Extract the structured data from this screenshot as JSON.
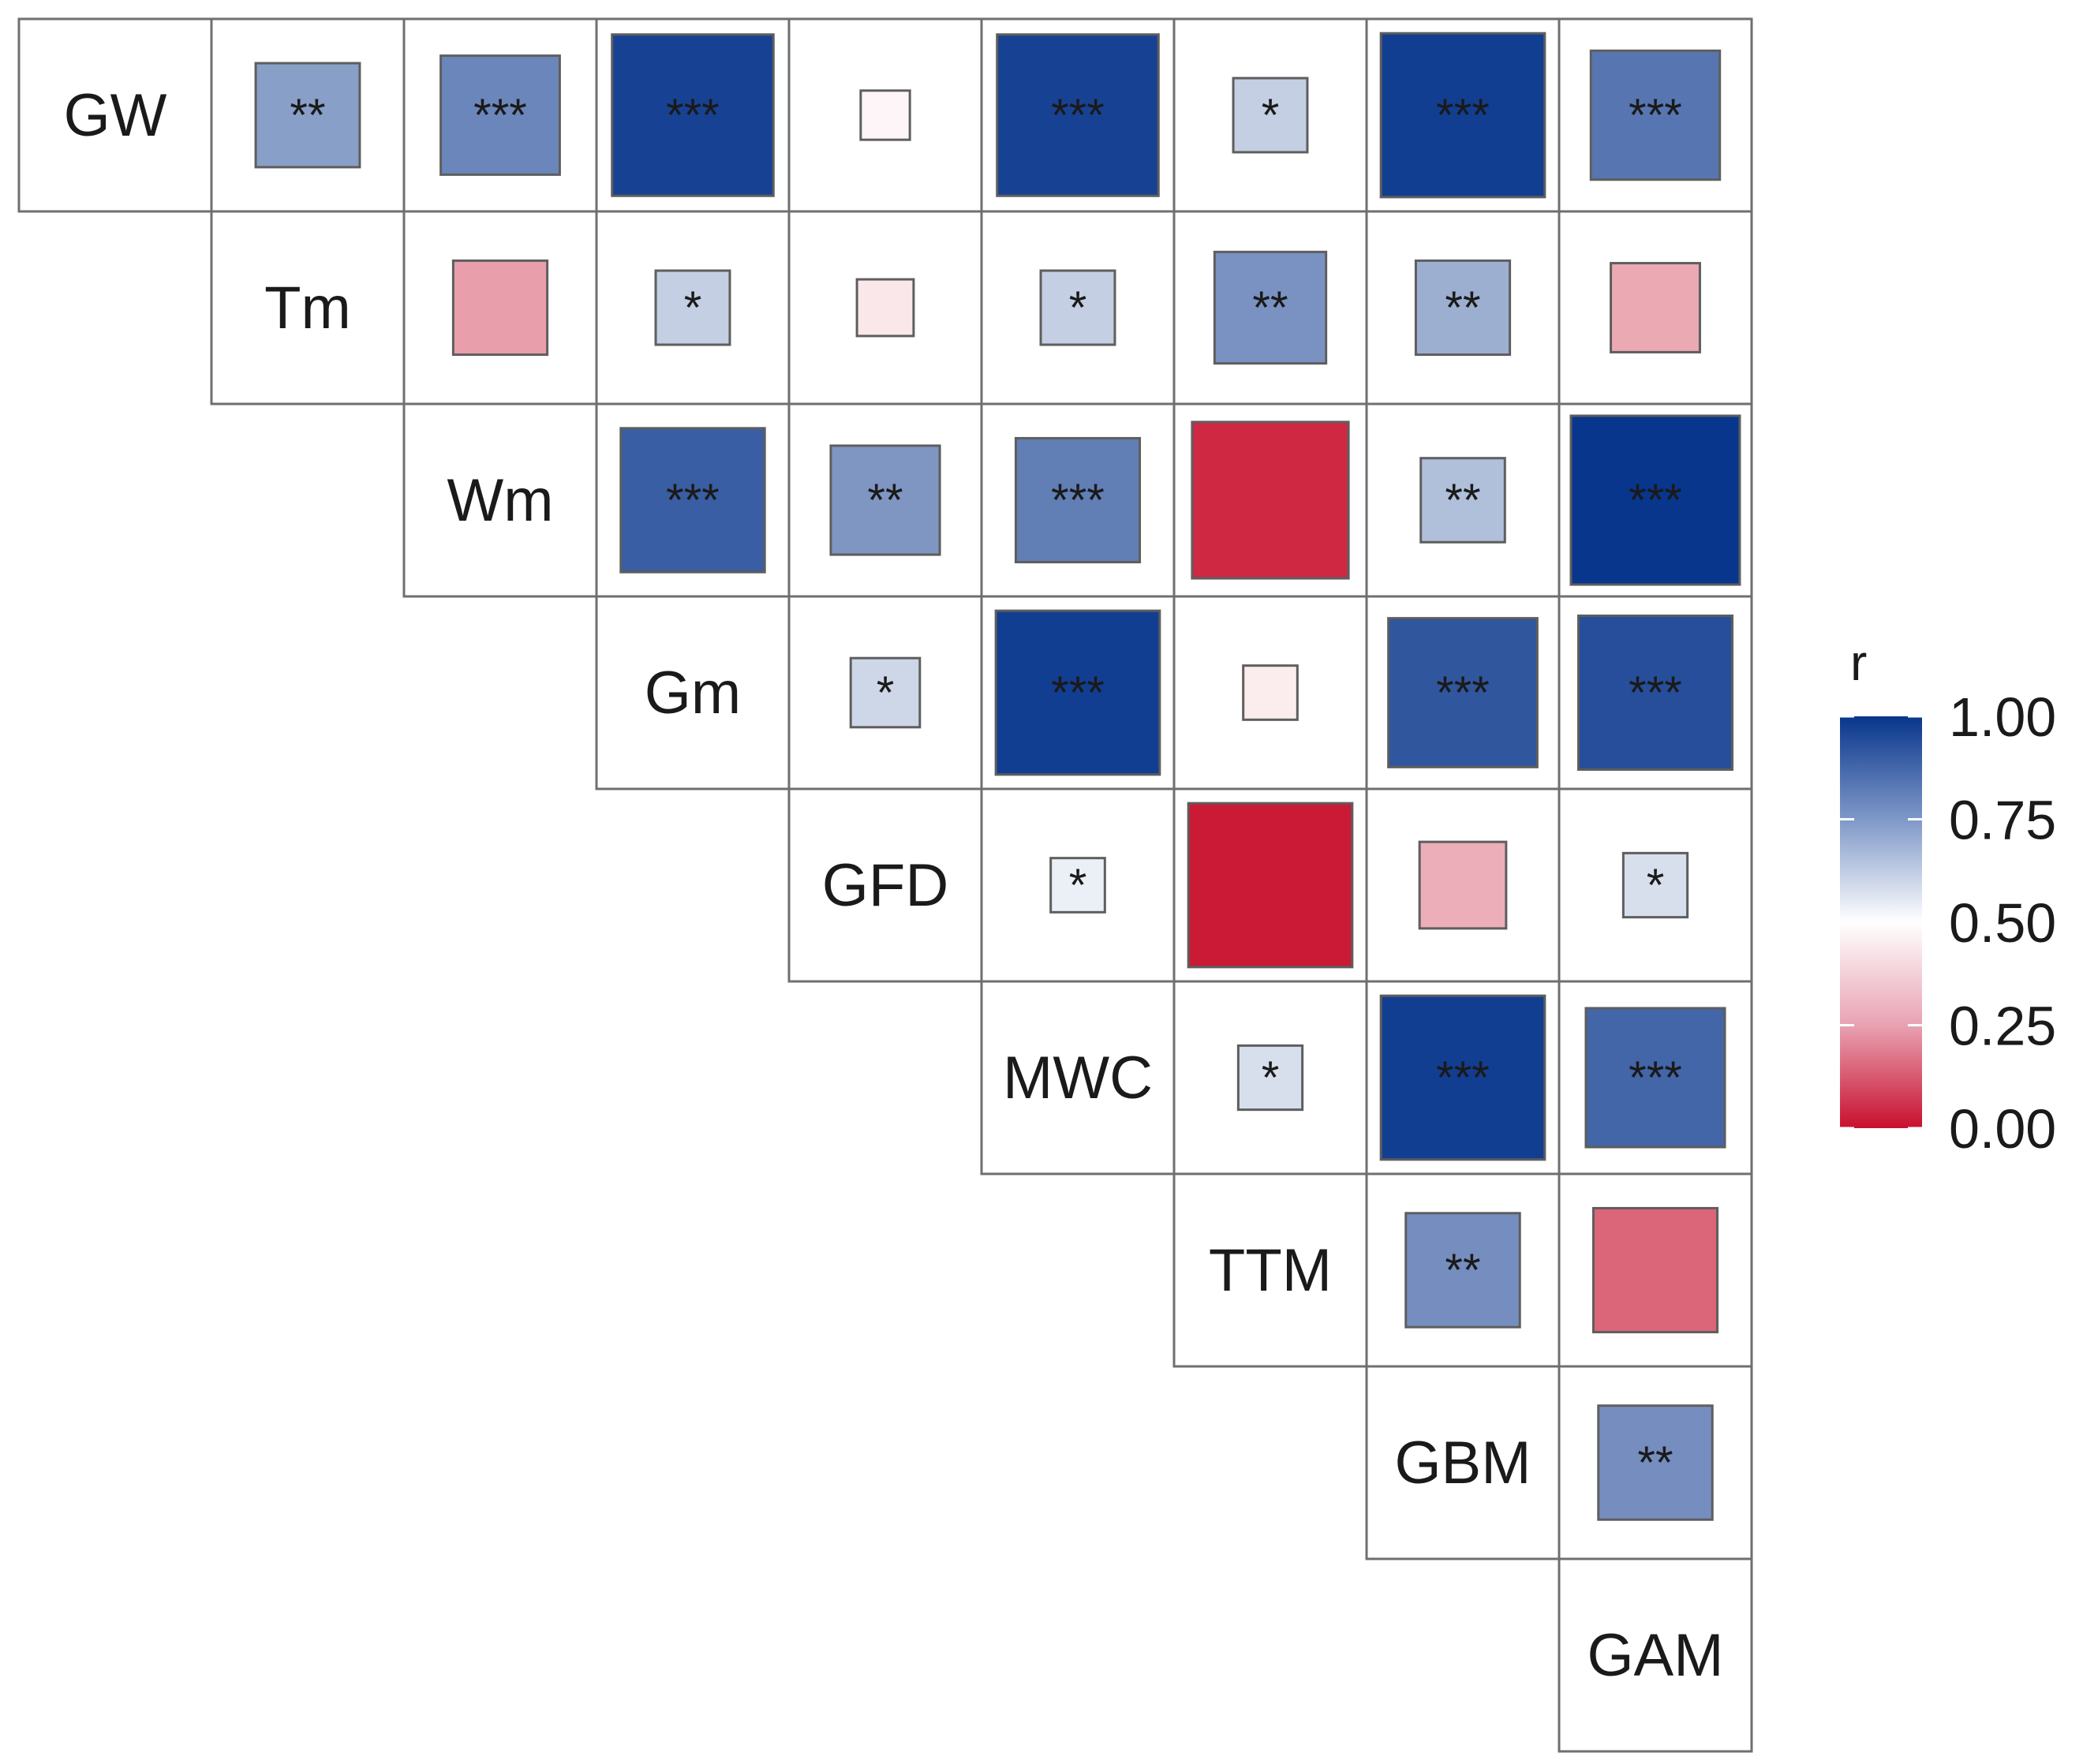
{
  "chart_data": {
    "type": "heatmap",
    "variables": [
      "GW",
      "Tm",
      "Wm",
      "Gm",
      "GFD",
      "MWC",
      "TTM",
      "GBM",
      "GAM"
    ],
    "legend": {
      "title": "r",
      "ticks": [
        {
          "value": 1.0,
          "label": "1.00"
        },
        {
          "value": 0.75,
          "label": "0.75"
        },
        {
          "value": 0.5,
          "label": "0.50"
        },
        {
          "value": 0.25,
          "label": "0.25"
        },
        {
          "value": 0.0,
          "label": "0.00"
        }
      ],
      "range": [
        0,
        1
      ],
      "placement": "right"
    },
    "colors": {
      "low": "#c8102e",
      "mid": "#ffffff",
      "high": "#08368c"
    },
    "cells": [
      {
        "row": "GW",
        "col": "Tm",
        "r": 0.74,
        "sig": "**"
      },
      {
        "row": "GW",
        "col": "Wm",
        "r": 0.8,
        "sig": "***"
      },
      {
        "row": "GW",
        "col": "Gm",
        "r": 0.97,
        "sig": "***"
      },
      {
        "row": "GW",
        "col": "GFD",
        "r": 0.48,
        "sig": ""
      },
      {
        "row": "GW",
        "col": "MWC",
        "r": 0.97,
        "sig": "***"
      },
      {
        "row": "GW",
        "col": "TTM",
        "r": 0.62,
        "sig": "*"
      },
      {
        "row": "GW",
        "col": "GBM",
        "r": 0.98,
        "sig": "***"
      },
      {
        "row": "GW",
        "col": "GAM",
        "r": 0.84,
        "sig": "***"
      },
      {
        "row": "Tm",
        "col": "Wm",
        "r": 0.3,
        "sig": ""
      },
      {
        "row": "Tm",
        "col": "Gm",
        "r": 0.62,
        "sig": "*"
      },
      {
        "row": "Tm",
        "col": "GFD",
        "r": 0.45,
        "sig": ""
      },
      {
        "row": "Tm",
        "col": "MWC",
        "r": 0.62,
        "sig": "*"
      },
      {
        "row": "Tm",
        "col": "TTM",
        "r": 0.77,
        "sig": "**"
      },
      {
        "row": "Tm",
        "col": "GBM",
        "r": 0.7,
        "sig": "**"
      },
      {
        "row": "Tm",
        "col": "GAM",
        "r": 0.32,
        "sig": ""
      },
      {
        "row": "Wm",
        "col": "Gm",
        "r": 0.9,
        "sig": "***"
      },
      {
        "row": "Wm",
        "col": "GFD",
        "r": 0.76,
        "sig": "**"
      },
      {
        "row": "Wm",
        "col": "MWC",
        "r": 0.82,
        "sig": "***"
      },
      {
        "row": "Wm",
        "col": "TTM",
        "r": 0.05,
        "sig": ""
      },
      {
        "row": "Wm",
        "col": "GBM",
        "r": 0.66,
        "sig": "**"
      },
      {
        "row": "Wm",
        "col": "GAM",
        "r": 1.0,
        "sig": "***"
      },
      {
        "row": "Gm",
        "col": "GFD",
        "r": 0.6,
        "sig": "*"
      },
      {
        "row": "Gm",
        "col": "MWC",
        "r": 0.98,
        "sig": "***"
      },
      {
        "row": "Gm",
        "col": "TTM",
        "r": 0.46,
        "sig": ""
      },
      {
        "row": "Gm",
        "col": "GBM",
        "r": 0.92,
        "sig": "***"
      },
      {
        "row": "Gm",
        "col": "GAM",
        "r": 0.94,
        "sig": "***"
      },
      {
        "row": "GFD",
        "col": "MWC",
        "r": 0.54,
        "sig": "*"
      },
      {
        "row": "GFD",
        "col": "TTM",
        "r": 0.02,
        "sig": ""
      },
      {
        "row": "GFD",
        "col": "GBM",
        "r": 0.33,
        "sig": ""
      },
      {
        "row": "GFD",
        "col": "GAM",
        "r": 0.58,
        "sig": "*"
      },
      {
        "row": "MWC",
        "col": "TTM",
        "r": 0.58,
        "sig": "*"
      },
      {
        "row": "MWC",
        "col": "GBM",
        "r": 0.98,
        "sig": "***"
      },
      {
        "row": "MWC",
        "col": "GAM",
        "r": 0.88,
        "sig": "***"
      },
      {
        "row": "TTM",
        "col": "GBM",
        "r": 0.78,
        "sig": "**"
      },
      {
        "row": "TTM",
        "col": "GAM",
        "r": 0.18,
        "sig": ""
      },
      {
        "row": "GBM",
        "col": "GAM",
        "r": 0.78,
        "sig": "**"
      }
    ]
  }
}
